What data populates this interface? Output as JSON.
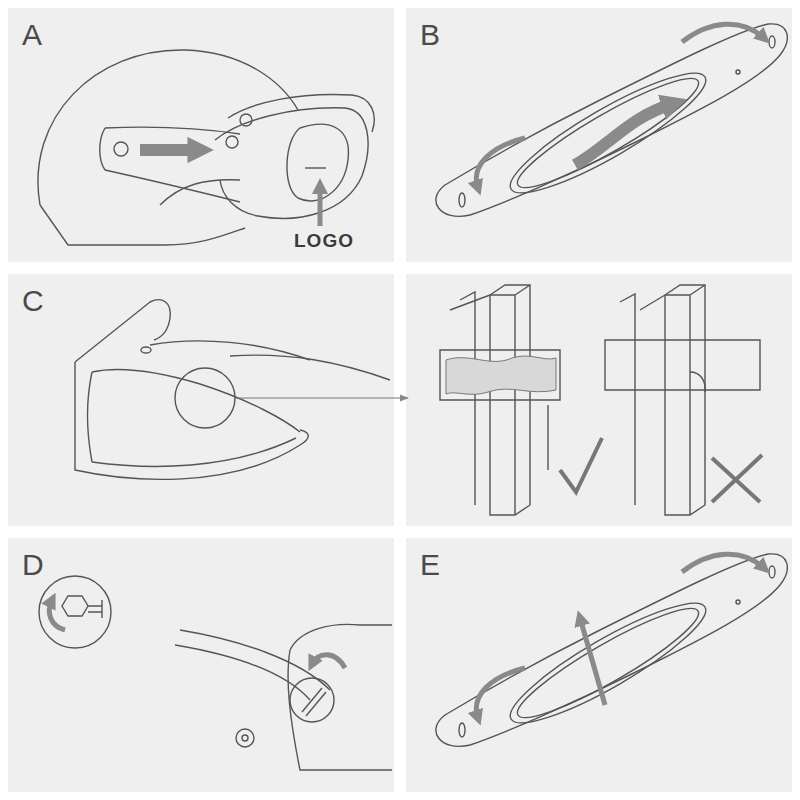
{
  "diagram": {
    "nodes": [
      {
        "text": [
          "A"
        ]
      },
      {
        "text": [
          "B"
        ]
      },
      {
        "text": [
          "C"
        ]
      },
      {
        "text": [
          "D"
        ]
      },
      {
        "text": [
          "E"
        ]
      }
    ],
    "labels": [
      "LOGO"
    ]
  }
}
